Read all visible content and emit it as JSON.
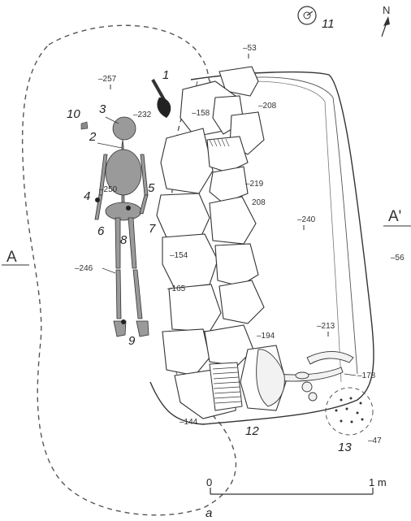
{
  "north": "N",
  "section_labels": {
    "left": "A",
    "right": "A'"
  },
  "scale": {
    "start": "0",
    "end": "1 m"
  },
  "caption": "a",
  "numbers": [
    "1",
    "2",
    "3",
    "4",
    "5",
    "6",
    "7",
    "8",
    "9",
    "10",
    "11",
    "12",
    "13"
  ],
  "depths": {
    "d53": "–53",
    "d257": "–257",
    "d232": "–232",
    "d208a": "–208",
    "d158": "–158",
    "d250": "–250",
    "d219": "–219",
    "d208b": "208",
    "d240": "–240",
    "d56": "–56",
    "d246": "–246",
    "d154": "–154",
    "d165": "–165",
    "d213": "–213",
    "d194": "–194",
    "d178": "–178",
    "d144": "–144",
    "d47": "–47"
  }
}
